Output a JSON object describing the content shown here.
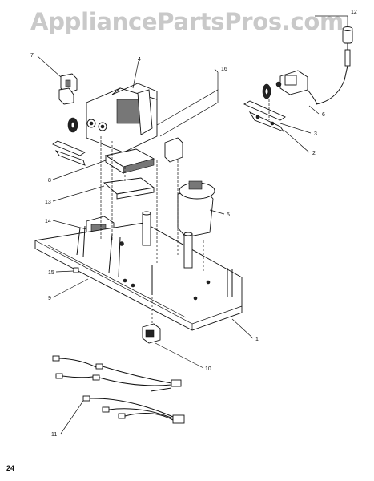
{
  "watermark": "AppliancePartsPros.com",
  "page_number": "24",
  "callouts": {
    "c1": "1",
    "c2": "2",
    "c3": "3",
    "c4": "4",
    "c5": "5",
    "c6": "6",
    "c7": "7",
    "c8": "8",
    "c9": "9",
    "c10": "10",
    "c11": "11",
    "c12": "12",
    "c13": "13",
    "c14": "14",
    "c15": "15",
    "c16": "16"
  }
}
